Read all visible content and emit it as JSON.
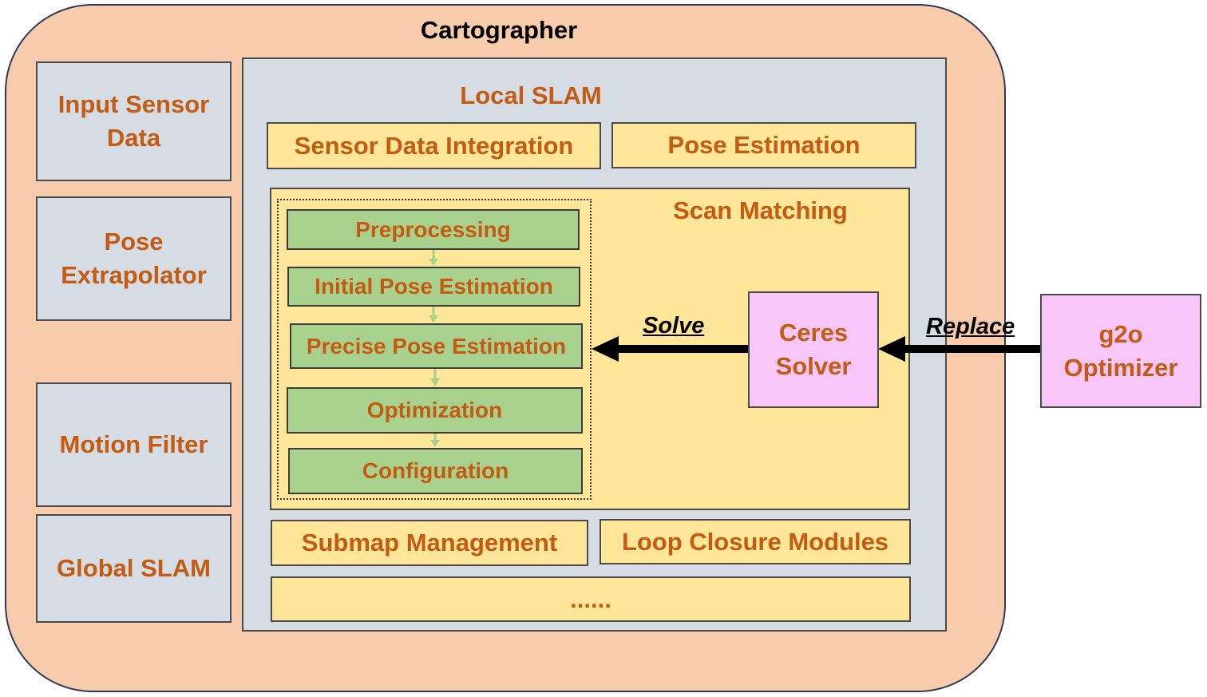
{
  "title": "Cartographer",
  "left_modules": [
    {
      "label": "Input Sensor Data"
    },
    {
      "label": "Pose Extrapolator"
    },
    {
      "label": "Motion Filter"
    },
    {
      "label": "Global SLAM"
    }
  ],
  "local_slam": {
    "title": "Local SLAM",
    "top_modules": [
      "Sensor Data Integration",
      "Pose Estimation"
    ],
    "scan_matching": {
      "title": "Scan Matching",
      "steps": [
        "Preprocessing",
        "Initial Pose Estimation",
        "Precise Pose Estimation",
        "Optimization",
        "Configuration"
      ],
      "solver": "Ceres Solver"
    },
    "bottom_modules": [
      "Submap Management",
      "Loop Closure Modules"
    ],
    "more": "......"
  },
  "external": {
    "optimizer": "g2o Optimizer"
  },
  "arrows": {
    "solve_label": "Solve",
    "replace_label": "Replace"
  },
  "colors": {
    "outer_fill": "#f8cbad",
    "module_fill": "#d6dce4",
    "yellow_fill": "#ffe699",
    "green_fill": "#a9d18e",
    "pink_fill": "#f8c6f8",
    "text_orange": "#c55a11"
  }
}
